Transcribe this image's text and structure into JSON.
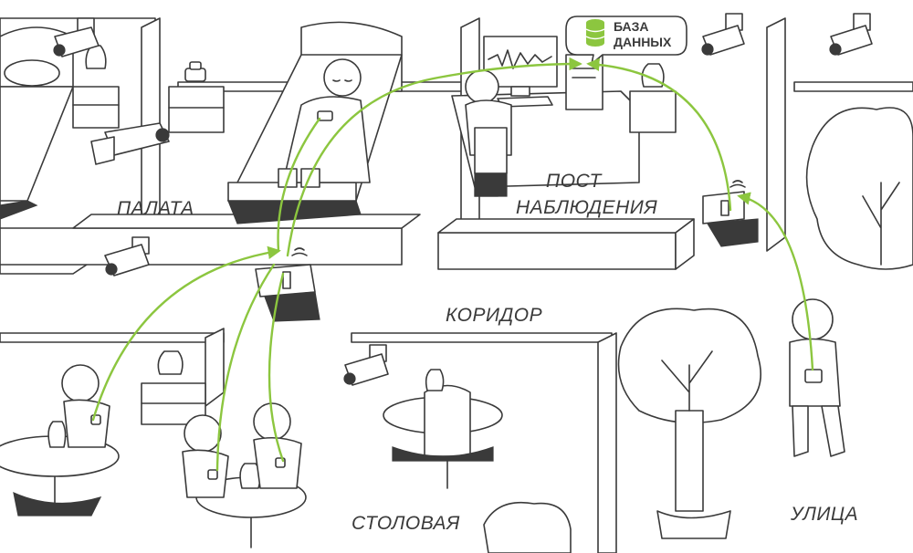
{
  "labels": {
    "ward": "ПАЛАТА",
    "monitoring_post_line1": "ПОСТ",
    "monitoring_post_line2": "НАБЛЮДЕНИЯ",
    "corridor": "КОРИДОР",
    "dining": "СТОЛОВАЯ",
    "street": "УЛИЦА",
    "database_line1": "БАЗА",
    "database_line2": "ДАННЫХ"
  },
  "colors": {
    "line": "#3a3a3a",
    "connection": "#8cc63f",
    "background": "#ffffff"
  }
}
